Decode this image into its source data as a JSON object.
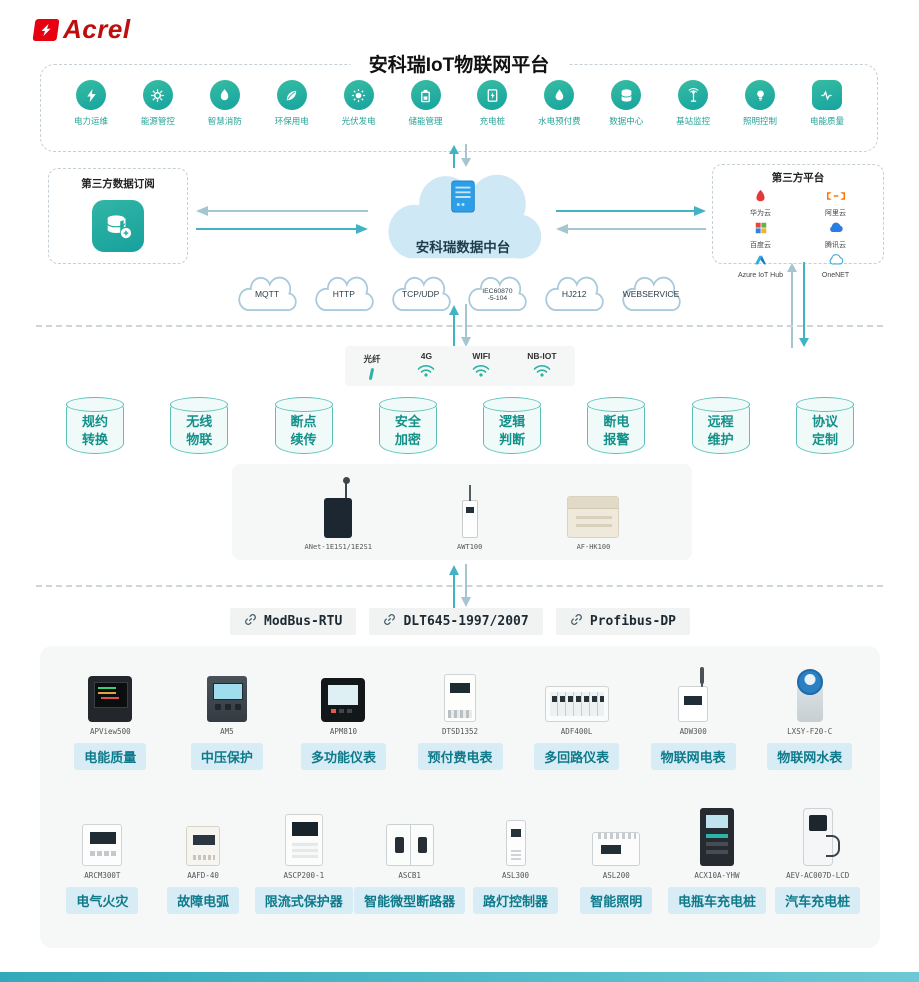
{
  "brand": {
    "name": "Acrel",
    "color": "#e60012"
  },
  "header": {
    "title": "安科瑞IoT物联网平台"
  },
  "apps": [
    {
      "label": "电力运维",
      "icon": "bolt-icon"
    },
    {
      "label": "能源管控",
      "icon": "gear-icon"
    },
    {
      "label": "智慧消防",
      "icon": "flame-icon"
    },
    {
      "label": "环保用电",
      "icon": "leaf-icon"
    },
    {
      "label": "光伏发电",
      "icon": "sun-icon"
    },
    {
      "label": "储能管理",
      "icon": "battery-icon"
    },
    {
      "label": "充电桩",
      "icon": "charging-pile-icon"
    },
    {
      "label": "水电预付费",
      "icon": "water-drop-icon"
    },
    {
      "label": "数据中心",
      "icon": "database-icon"
    },
    {
      "label": "基站监控",
      "icon": "antenna-icon"
    },
    {
      "label": "照明控制",
      "icon": "bulb-icon"
    },
    {
      "label": "电能质量",
      "icon": "waveform-icon"
    }
  ],
  "subscription": {
    "title": "第三方数据订阅"
  },
  "cloud": {
    "label": "安科瑞数据中台"
  },
  "third_party": {
    "title": "第三方平台",
    "platforms": [
      {
        "name": "华为云",
        "color": "#e4393c"
      },
      {
        "name": "阿里云",
        "color": "#ff7300"
      },
      {
        "name": "百度云",
        "color": "#3a7de0"
      },
      {
        "name": "腾讯云",
        "color": "#2a7de1"
      },
      {
        "name": "Azure IoT Hub",
        "color": "#0f7bc4"
      },
      {
        "name": "OneNET",
        "color": "#39a9e0"
      }
    ]
  },
  "protocol_clouds": [
    {
      "line1": "MQTT",
      "line2": ""
    },
    {
      "line1": "HTTP",
      "line2": ""
    },
    {
      "line1": "TCP/UDP",
      "line2": ""
    },
    {
      "line1": "IEC60870",
      "line2": "-5-104"
    },
    {
      "line1": "HJ212",
      "line2": ""
    },
    {
      "line1": "WEBSERVICE",
      "line2": ""
    }
  ],
  "links": [
    {
      "label": "光纤",
      "icon": "fiber-icon"
    },
    {
      "label": "4G",
      "icon": "signal-icon"
    },
    {
      "label": "WIFI",
      "icon": "wifi-icon"
    },
    {
      "label": "NB-IOT",
      "icon": "wifi-icon"
    }
  ],
  "features": [
    {
      "line1": "规约",
      "line2": "转换"
    },
    {
      "line1": "无线",
      "line2": "物联"
    },
    {
      "line1": "断点",
      "line2": "续传"
    },
    {
      "line1": "安全",
      "line2": "加密"
    },
    {
      "line1": "逻辑",
      "line2": "判断"
    },
    {
      "line1": "断电",
      "line2": "报警"
    },
    {
      "line1": "远程",
      "line2": "维护"
    },
    {
      "line1": "协议",
      "line2": "定制"
    }
  ],
  "gateways": [
    {
      "model": "ANet-1E1S1/1E2S1"
    },
    {
      "model": "AWT100"
    },
    {
      "model": "AF-HK100"
    }
  ],
  "bus_protocols": [
    {
      "label": "ModBus-RTU"
    },
    {
      "label": "DLT645-1997/2007"
    },
    {
      "label": "Profibus-DP"
    }
  ],
  "products_row1": [
    {
      "model": "APView500",
      "label": "电能质量"
    },
    {
      "model": "AM5",
      "label": "中压保护"
    },
    {
      "model": "APM810",
      "label": "多功能仪表"
    },
    {
      "model": "DTSD1352",
      "label": "预付费电表"
    },
    {
      "model": "ADF400L",
      "label": "多回路仪表"
    },
    {
      "model": "ADW300",
      "label": "物联网电表"
    },
    {
      "model": "LXSY-F20-C",
      "label": "物联网水表"
    }
  ],
  "products_row2": [
    {
      "model": "ARCM300T",
      "label": "电气火灾"
    },
    {
      "model": "AAFD-40",
      "label": "故障电弧"
    },
    {
      "model": "ASCP200-1",
      "label": "限流式保护器"
    },
    {
      "model": "ASCB1",
      "label": "智能微型断路器"
    },
    {
      "model": "ASL300",
      "label": "路灯控制器"
    },
    {
      "model": "ASL200",
      "label": "智能照明"
    },
    {
      "model": "ACX10A-YHW",
      "label": "电瓶车充电桩"
    },
    {
      "model": "AEV-AC007D-LCD",
      "label": "汽车充电桩"
    }
  ],
  "colors": {
    "accent_teal": "#2bb3a3",
    "arrow_teal": "#42b3c3",
    "label_bg": "#d8ecf5",
    "label_text": "#0e7a8a",
    "bottom_bar": "#3fb0c0"
  }
}
